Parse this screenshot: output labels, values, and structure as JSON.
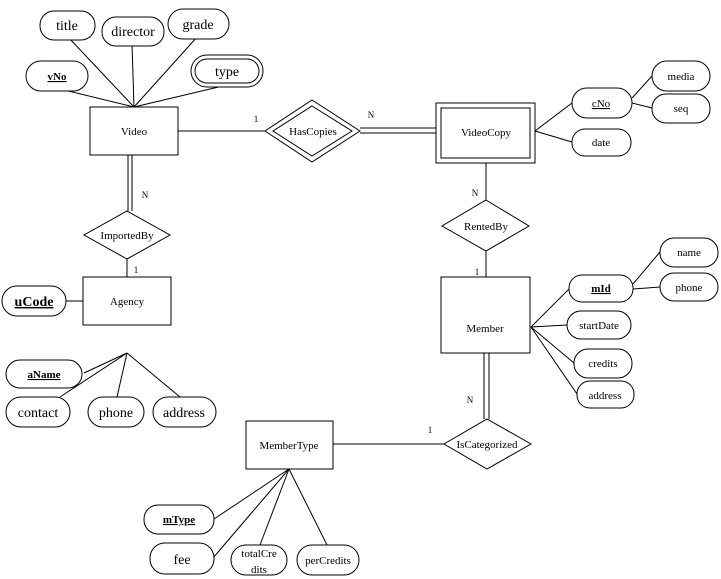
{
  "entities": {
    "video": "Video",
    "video_copy": "VideoCopy",
    "agency": "Agency",
    "member": "Member",
    "member_type": "MemberType"
  },
  "relationships": {
    "has_copies": "HasCopies",
    "imported_by": "ImportedBy",
    "rented_by": "RentedBy",
    "is_categorized": "IsCategorized"
  },
  "attributes": {
    "video": {
      "title": "title",
      "director": "director",
      "grade": "grade",
      "vno": "vNo",
      "type": "type"
    },
    "video_copy": {
      "cno": "cNo",
      "media": "media",
      "seq": "seq",
      "date": "date"
    },
    "agency": {
      "ucode": "uCode",
      "aname": "aName",
      "contact": "contact",
      "phone": "phone",
      "address": "address"
    },
    "member": {
      "mid": "mId",
      "name": "name",
      "phone": "phone",
      "start_date": "startDate",
      "credits": "credits",
      "address": "address"
    },
    "member_type": {
      "mtype": "mType",
      "fee": "fee",
      "total_credits_line1": "totalCre",
      "total_credits_line2": "dits",
      "per_credits": "perCredits"
    }
  },
  "cardinalities": {
    "has_copies_video": "1",
    "has_copies_copy": "N",
    "imported_by_video": "N",
    "imported_by_agency": "1",
    "rented_by_copy": "N",
    "rented_by_member": "1",
    "is_categorized_member": "N",
    "is_categorized_type": "1"
  }
}
